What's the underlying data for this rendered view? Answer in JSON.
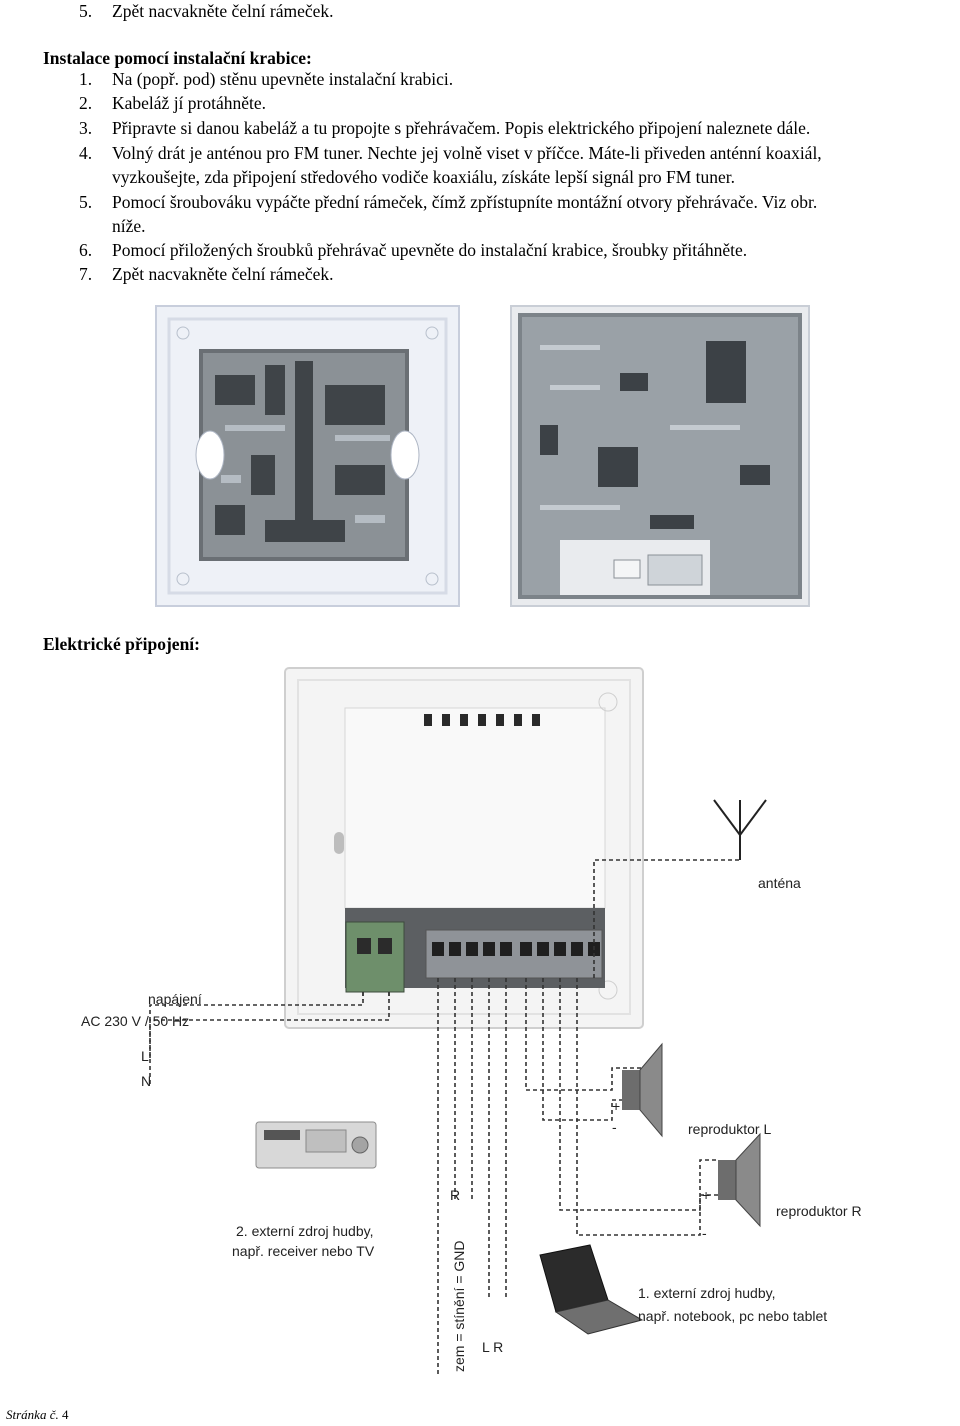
{
  "top_step": {
    "num": "5.",
    "text": "Zpět nacvakněte čelní rámeček."
  },
  "box_section": {
    "title": "Instalace pomocí instalační krabice:",
    "steps": [
      {
        "num": "1.",
        "lines": [
          "Na (popř. pod) stěnu upevněte instalační krabici."
        ]
      },
      {
        "num": "2.",
        "lines": [
          "Kabeláž jí protáhněte."
        ]
      },
      {
        "num": "3.",
        "lines": [
          "Připravte  si danou kabeláž a tu propojte s přehrávačem. Popis elektrického připojení naleznete dále."
        ]
      },
      {
        "num": "4.",
        "lines": [
          "Volný drát je anténou pro FM tuner. Nechte jej volně viset v příčce. Máte-li přiveden anténní koaxiál,",
          "vyzkoušejte, zda připojení středového vodiče koaxiálu, získáte lepší signál pro FM tuner."
        ]
      },
      {
        "num": "5.",
        "lines": [
          "Pomocí šroubováku vypáčte přední rámeček, čímž zpřístupníte montážní otvory přehrávače. Viz obr.",
          "níže."
        ]
      },
      {
        "num": "6.",
        "lines": [
          "Pomocí přiložených šroubků přehrávač upevněte do instalační krabice, šroubky přitáhněte."
        ]
      },
      {
        "num": "7.",
        "lines": [
          "Zpět nacvakněte čelní rámeček."
        ]
      }
    ]
  },
  "electrical": {
    "title": "Elektrické připojení:"
  },
  "diagram": {
    "power_label": "napájení",
    "power_spec": "AC 230 V / 50 Hz",
    "L": "L",
    "N": "N",
    "antenna": "anténa",
    "speaker_l": "reproduktor L",
    "speaker_r": "reproduktor R",
    "source2_line1": "2. externí zdroj hudby,",
    "source2_line2": "např. receiver nebo TV",
    "source1_line1": "1. externí zdroj hudby,",
    "source1_line2": "např. notebook, pc nebo tablet",
    "ground": "zem = stínění = GND",
    "r_label": "R",
    "lr_label": "L R",
    "plus": "+",
    "minus": "-"
  },
  "footer": {
    "label": "Stránka č.",
    "page": "4"
  }
}
